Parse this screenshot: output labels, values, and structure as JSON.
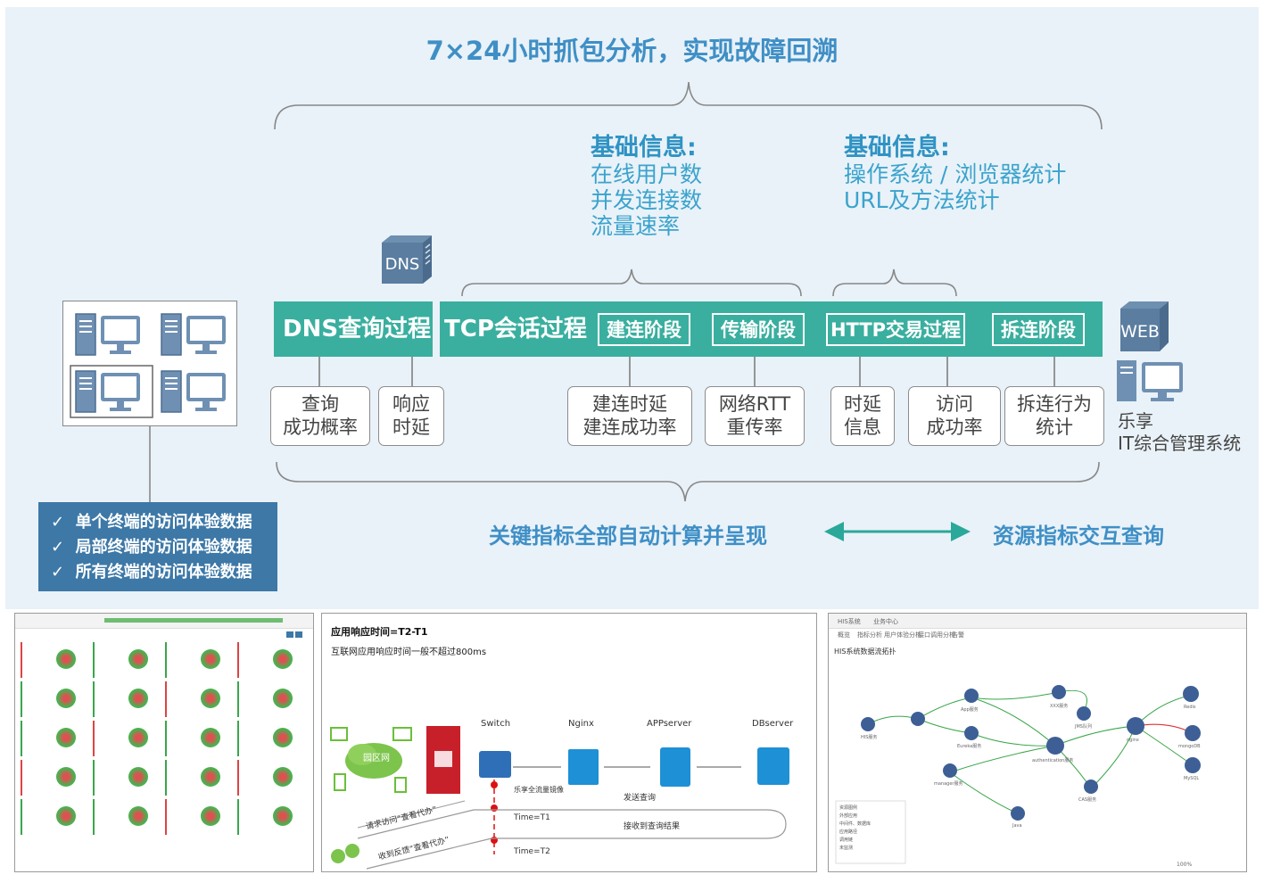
{
  "title": "7×24小时抓包分析，实现故障回溯",
  "info_tcp": {
    "heading": "基础信息:",
    "lines": [
      "在线用户数",
      "并发连接数",
      "流量速率"
    ]
  },
  "info_http": {
    "heading": "基础信息:",
    "lines": [
      "操作系统 / 浏览器统计",
      "URL及方法统计"
    ]
  },
  "dns_icon_label": "DNS",
  "web_icon_label": "WEB",
  "bar": {
    "dns_label": "DNS查询过程",
    "tcp_label": "TCP会话过程",
    "stages": [
      "建连阶段",
      "传输阶段",
      "HTTP交易过程",
      "拆连阶段"
    ]
  },
  "metrics": [
    {
      "lines": [
        "查询",
        "成功概率"
      ]
    },
    {
      "lines": [
        "响应",
        "时延"
      ]
    },
    {
      "lines": [
        "建连时延",
        "建连成功率"
      ]
    },
    {
      "lines": [
        "网络RTT",
        "重传率"
      ]
    },
    {
      "lines": [
        "时延",
        "信息"
      ]
    },
    {
      "lines": [
        "访问",
        "成功率"
      ]
    },
    {
      "lines": [
        "拆连行为",
        "统计"
      ]
    }
  ],
  "system_name": [
    "乐享",
    "IT综合管理系统"
  ],
  "checks": [
    "单个终端的访问体验数据",
    "局部终端的访问体验数据",
    "所有终端的访问体验数据"
  ],
  "check_symbol": "✓",
  "bottom_left": "关键指标全部自动计算并呈现",
  "bottom_right": "资源指标交互查询",
  "colors": {
    "teal": "#3aaf9f",
    "blue_title": "#3f8fc6",
    "checks_bg": "#3d78a7",
    "arrow": "#2aa89a"
  },
  "thumb2": {
    "title": "应用响应时间=T2-T1",
    "subtitle": "互联网应用响应时间一般不超过800ms",
    "park": "园区网",
    "nodes": [
      "Switch",
      "Nginx",
      "APPserver",
      "DBserver"
    ],
    "mirror": "乐享全流量镜像",
    "send": "发送查询",
    "receive": "接收到查询结果",
    "req": "请求访问“查看代办”",
    "resp": "收到反馈“查看代办”",
    "t1": "Time=T1",
    "t2": "Time=T2"
  },
  "thumb3": {
    "tabs": [
      "HIS系统",
      "业务中心"
    ],
    "menu": [
      "概览",
      "指标分析",
      "用户体验分析",
      "接口调用分析",
      "告警"
    ],
    "panel_title": "HIS系统数据流拓扑",
    "nodes": [
      "HIS服务",
      "App服务",
      "Eureka服务",
      "manager服务",
      "authentication服务",
      "XXX服务",
      "JMS队列",
      "CAS服务",
      "nginx",
      "Redis",
      "mongoDB",
      "MySQL",
      "Java"
    ],
    "legend": [
      "资源图例",
      "外部应用",
      "中间件、数据库",
      "应用路径",
      "调用链",
      "未监测"
    ],
    "zoom": "100%"
  }
}
